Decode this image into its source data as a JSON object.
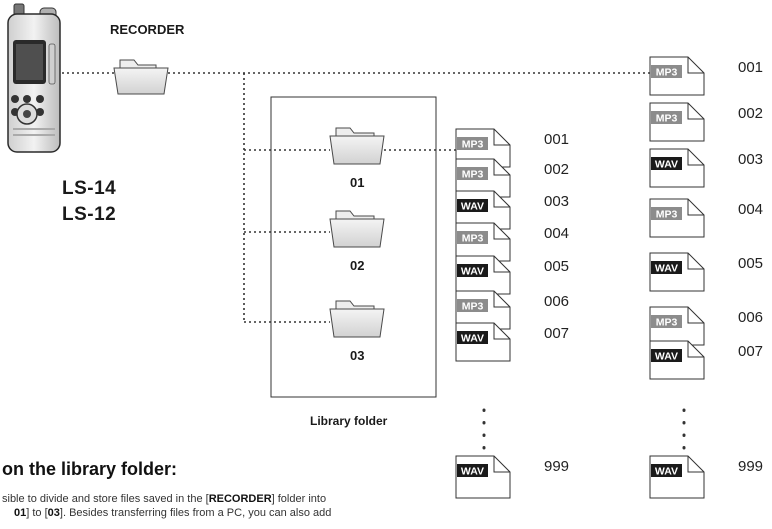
{
  "recorder_label": "RECORDER",
  "models": [
    "LS-14",
    "LS-12"
  ],
  "library_caption": "Library folder",
  "folders": [
    "01",
    "02",
    "03"
  ],
  "icons": {
    "device": "voice-recorder-icon",
    "folder": "folder-icon",
    "file": "document-file-icon"
  },
  "library_files": [
    {
      "type": "MP3",
      "number": "001"
    },
    {
      "type": "MP3",
      "number": "002"
    },
    {
      "type": "WAV",
      "number": "003"
    },
    {
      "type": "MP3",
      "number": "004"
    },
    {
      "type": "WAV",
      "number": "005"
    },
    {
      "type": "MP3",
      "number": "006"
    },
    {
      "type": "WAV",
      "number": "007"
    },
    {
      "type": "WAV",
      "number": "999"
    }
  ],
  "recorder_files": [
    {
      "type": "MP3",
      "number": "001"
    },
    {
      "type": "MP3",
      "number": "002"
    },
    {
      "type": "WAV",
      "number": "003"
    },
    {
      "type": "MP3",
      "number": "004"
    },
    {
      "type": "WAV",
      "number": "005"
    },
    {
      "type": "MP3",
      "number": "006"
    },
    {
      "type": "WAV",
      "number": "007"
    },
    {
      "type": "WAV",
      "number": "999"
    }
  ],
  "info": {
    "title": "on the library folder:",
    "line1_pre": "sible to divide and store files saved in the [",
    "line1_bold": "RECORDER",
    "line1_post": "] folder into",
    "line2_b1": "01",
    "line2_mid": "] to [",
    "line2_b2": "03",
    "line2_post": "]. Besides transferring files from a PC, you can also add"
  },
  "colors": {
    "mp3_badge": "#8c8c8c",
    "wav_badge": "#1a1a1a",
    "folder_fill": "#e6e6e6",
    "folder_stroke": "#4a4a4a",
    "dotted_line": "#333333"
  }
}
